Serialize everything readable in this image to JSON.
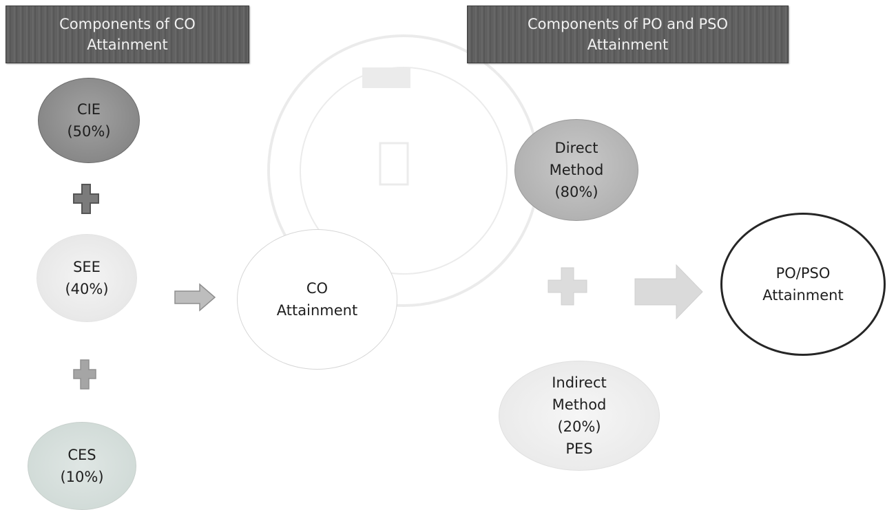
{
  "banners": {
    "co_components": [
      "Components of CO",
      "Attainment"
    ],
    "po_components": [
      "Components of PO and PSO",
      "Attainment"
    ]
  },
  "co_inputs": {
    "cie": [
      "CIE",
      "(50%)"
    ],
    "see": [
      "SEE",
      "(40%)"
    ],
    "ces": [
      "CES",
      "(10%)"
    ]
  },
  "co_result": [
    "CO",
    "Attainment"
  ],
  "po_inputs": {
    "direct": [
      "Direct",
      "Method",
      "(80%)"
    ],
    "indirect": [
      "Indirect",
      "Method",
      "(20%)",
      "PES"
    ]
  },
  "po_result": [
    "PO/PSO",
    "Attainment"
  ],
  "colors": {
    "banner_bg": "#5f5f5f",
    "cie_fill": "#8f8f8f",
    "direct_fill": "#b5b5b5",
    "ces_fill": "#d3dcd9",
    "plus_dark": "#7b7b7b",
    "plus_light": "#dcdcdc",
    "arrow_fill": "#dadada"
  }
}
